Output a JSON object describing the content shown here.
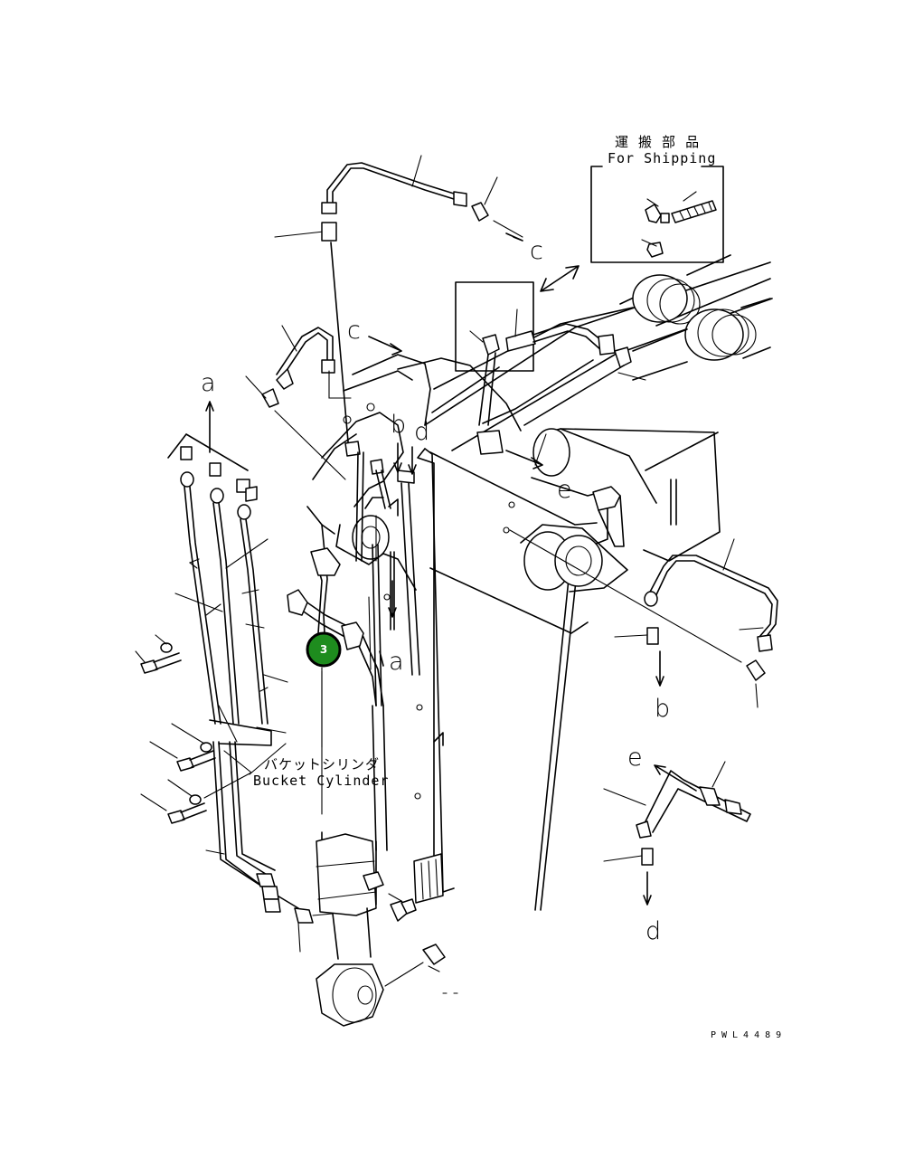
{
  "shipping_box": {
    "title_jp": "運 搬 部 品",
    "title_en": "For Shipping"
  },
  "cylinder_label": {
    "jp": "バケットシリンダ",
    "en": "Bucket Cylinder"
  },
  "callout": {
    "number": "3",
    "color": "#1e8c1e"
  },
  "flow_letters": {
    "a_top": "a",
    "a_mid": "a",
    "b_top": "b",
    "b_right": "b",
    "c_top": "c",
    "c_mid": "c",
    "d_top": "d",
    "d_bottom": "d",
    "e_mid": "e",
    "e_right": "e"
  },
  "drawing_code": "PWL4489"
}
